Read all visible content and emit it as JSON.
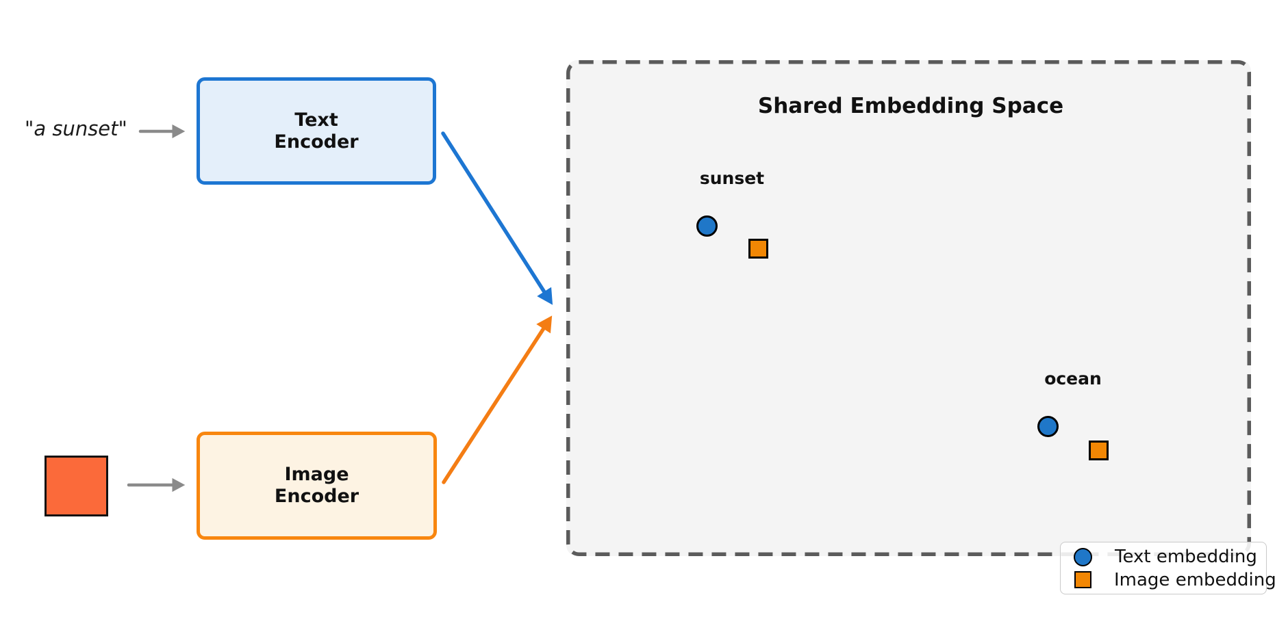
{
  "diagram": {
    "text_input": {
      "open_quote": "\"",
      "value": "a sunset",
      "close_quote": "\""
    },
    "text_encoder": {
      "line1": "Text",
      "line2": "Encoder"
    },
    "image_encoder": {
      "line1": "Image",
      "line2": "Encoder"
    },
    "embedding_space": {
      "title": "Shared Embedding Space",
      "clusters": [
        {
          "label": "sunset"
        },
        {
          "label": "ocean"
        }
      ]
    },
    "legend": {
      "items": [
        {
          "label": "Text embedding",
          "marker": "circle-icon"
        },
        {
          "label": "Image embedding",
          "marker": "square-icon"
        }
      ]
    }
  },
  "colors": {
    "accent_blue": "#1d76d2",
    "text_embedding_marker": "#1f77c8",
    "text_encoder_fill": "#e4effa",
    "accent_orange": "#f8860f",
    "image_embedding_marker": "#f28704",
    "image_encoder_fill": "#fdf3e3",
    "input_image_fill": "#fb6a3a",
    "panel_fill": "#f4f4f4",
    "panel_border": "#5b5b5b",
    "arrow_gray": "#8a8a8a"
  },
  "chart_data": {
    "type": "scatter",
    "title": "Shared Embedding Space",
    "axes": "hidden",
    "legend_position": "lower right",
    "series": [
      {
        "name": "Text embedding",
        "marker": "circle",
        "color": "#1f77c8",
        "points": [
          {
            "label": "sunset",
            "x": 0.21,
            "y": 0.67
          },
          {
            "label": "ocean",
            "x": 0.7,
            "y": 0.26
          }
        ]
      },
      {
        "name": "Image embedding",
        "marker": "square",
        "color": "#f28704",
        "points": [
          {
            "label": "sunset",
            "x": 0.28,
            "y": 0.62
          },
          {
            "label": "ocean",
            "x": 0.78,
            "y": 0.21
          }
        ]
      }
    ],
    "annotations": [
      {
        "text": "sunset",
        "x": 0.24,
        "y": 0.76
      },
      {
        "text": "ocean",
        "x": 0.74,
        "y": 0.36
      }
    ]
  }
}
